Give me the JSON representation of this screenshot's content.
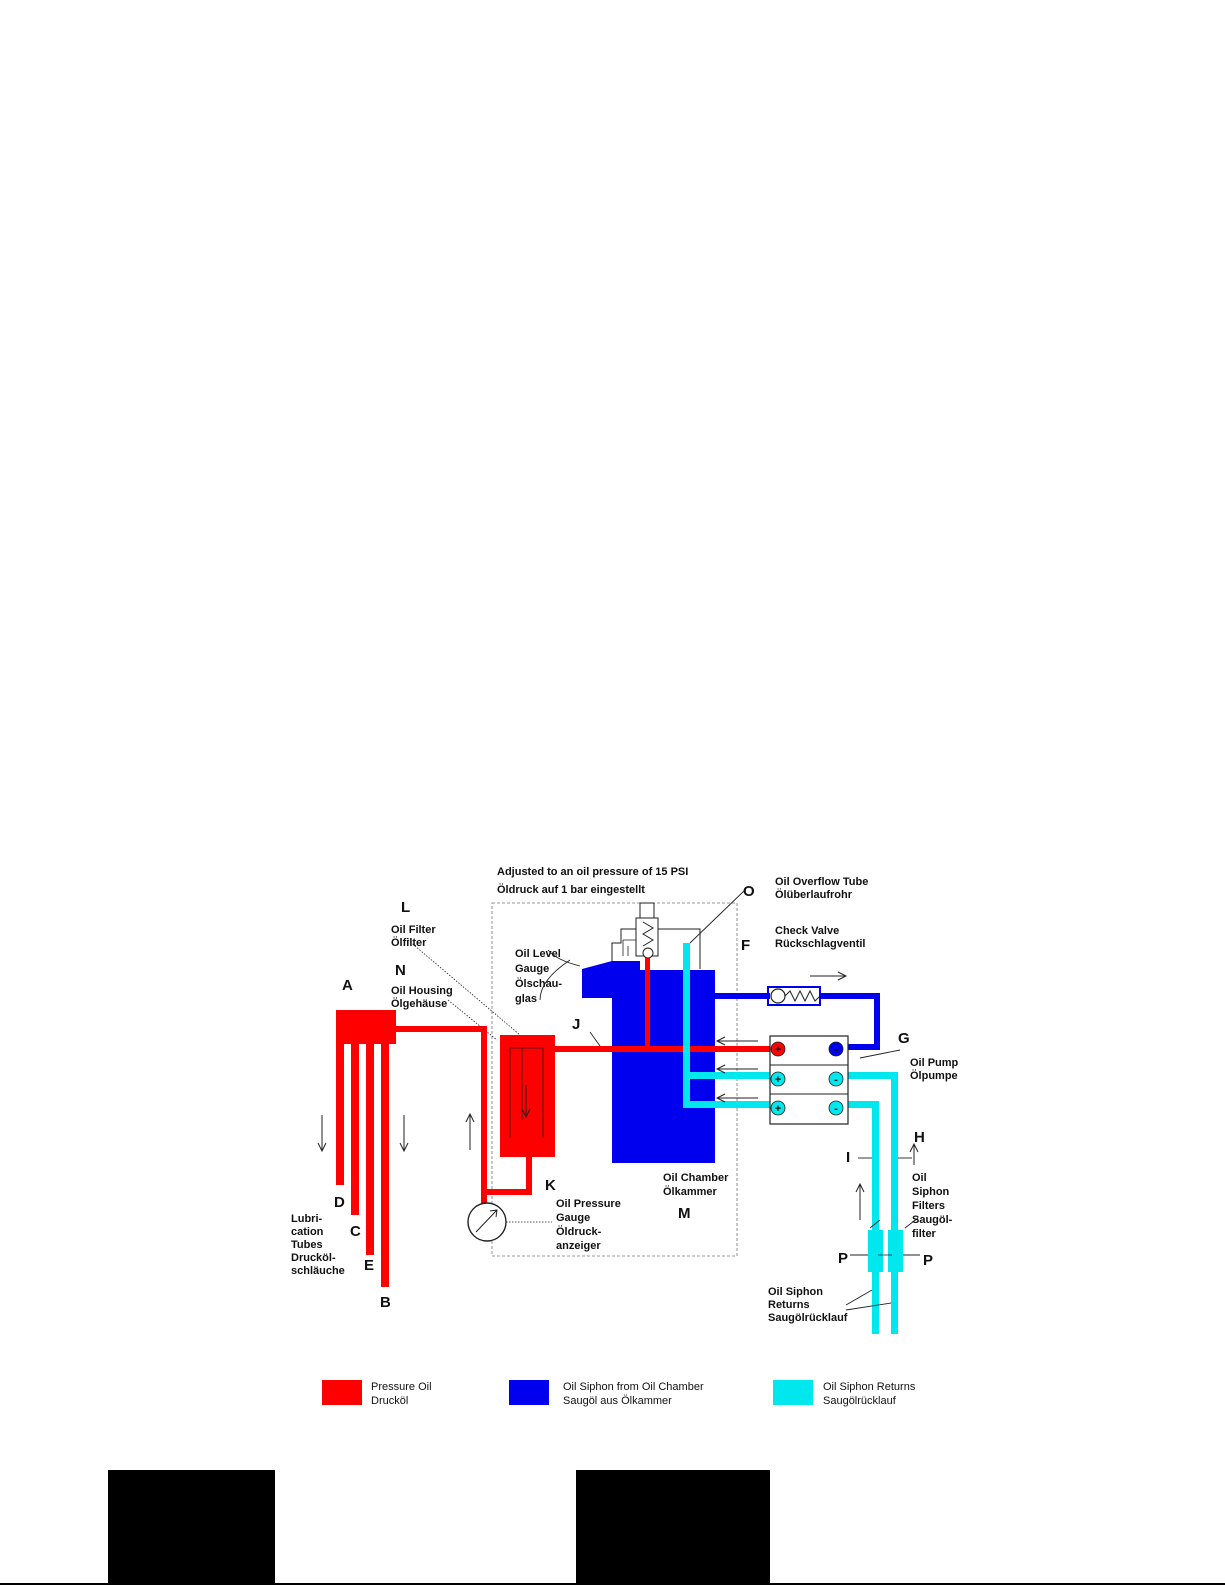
{
  "title": {
    "en": "Adjusted to an oil pressure of 15 PSI",
    "de": "Öldruck auf 1 bar eingestellt"
  },
  "letters": {
    "A": "A",
    "B": "B",
    "C": "C",
    "D": "D",
    "E": "E",
    "F": "F",
    "G": "G",
    "H": "H",
    "I": "I",
    "J": "J",
    "K": "K",
    "L": "L",
    "M": "M",
    "N": "N",
    "O": "O",
    "P": "P"
  },
  "labels": {
    "overflow": [
      "Oil Overflow Tube",
      "Ölüberlaufrohr"
    ],
    "check_valve": [
      "Check Valve",
      "Rückschlagventil"
    ],
    "oil_filter": [
      "Oil Filter",
      "Ölfilter"
    ],
    "oil_housing": [
      "Oil Housing",
      "Ölgehäuse"
    ],
    "level_gauge": [
      "Oil Level",
      "Gauge",
      "Ölschau-",
      "glas"
    ],
    "oil_pump": [
      "Oil Pump",
      "Ölpumpe"
    ],
    "siphon_filters": [
      "Oil",
      "Siphon",
      "Filters",
      "Saugöl-",
      "filter"
    ],
    "pressure_gauge": [
      "Oil Pressure",
      "Gauge",
      "Öldruck-",
      "anzeiger"
    ],
    "chamber": [
      "Oil Chamber",
      "Ölkammer"
    ],
    "lubrication": [
      "Lubri-",
      "cation",
      "Tubes",
      "Drucköl-",
      "schläuche"
    ],
    "siphon_returns": [
      "Oil Siphon",
      "Returns",
      "Saugölrücklauf"
    ]
  },
  "pump_signs": {
    "plus": "+",
    "minus": "-"
  },
  "legend": [
    {
      "color": "#ff0000",
      "line1": "Pressure Oil",
      "line2": "Drucköl"
    },
    {
      "color": "#0000ee",
      "line1": "Oil Siphon from Oil Chamber",
      "line2": "Saugöl aus Ölkammer"
    },
    {
      "color": "#00e8ee",
      "line1": "Oil Siphon Returns",
      "line2": "Saugölrücklauf"
    }
  ],
  "colors": {
    "pressure": "#ff0000",
    "siphon": "#0000ee",
    "returns": "#00e8ee"
  }
}
